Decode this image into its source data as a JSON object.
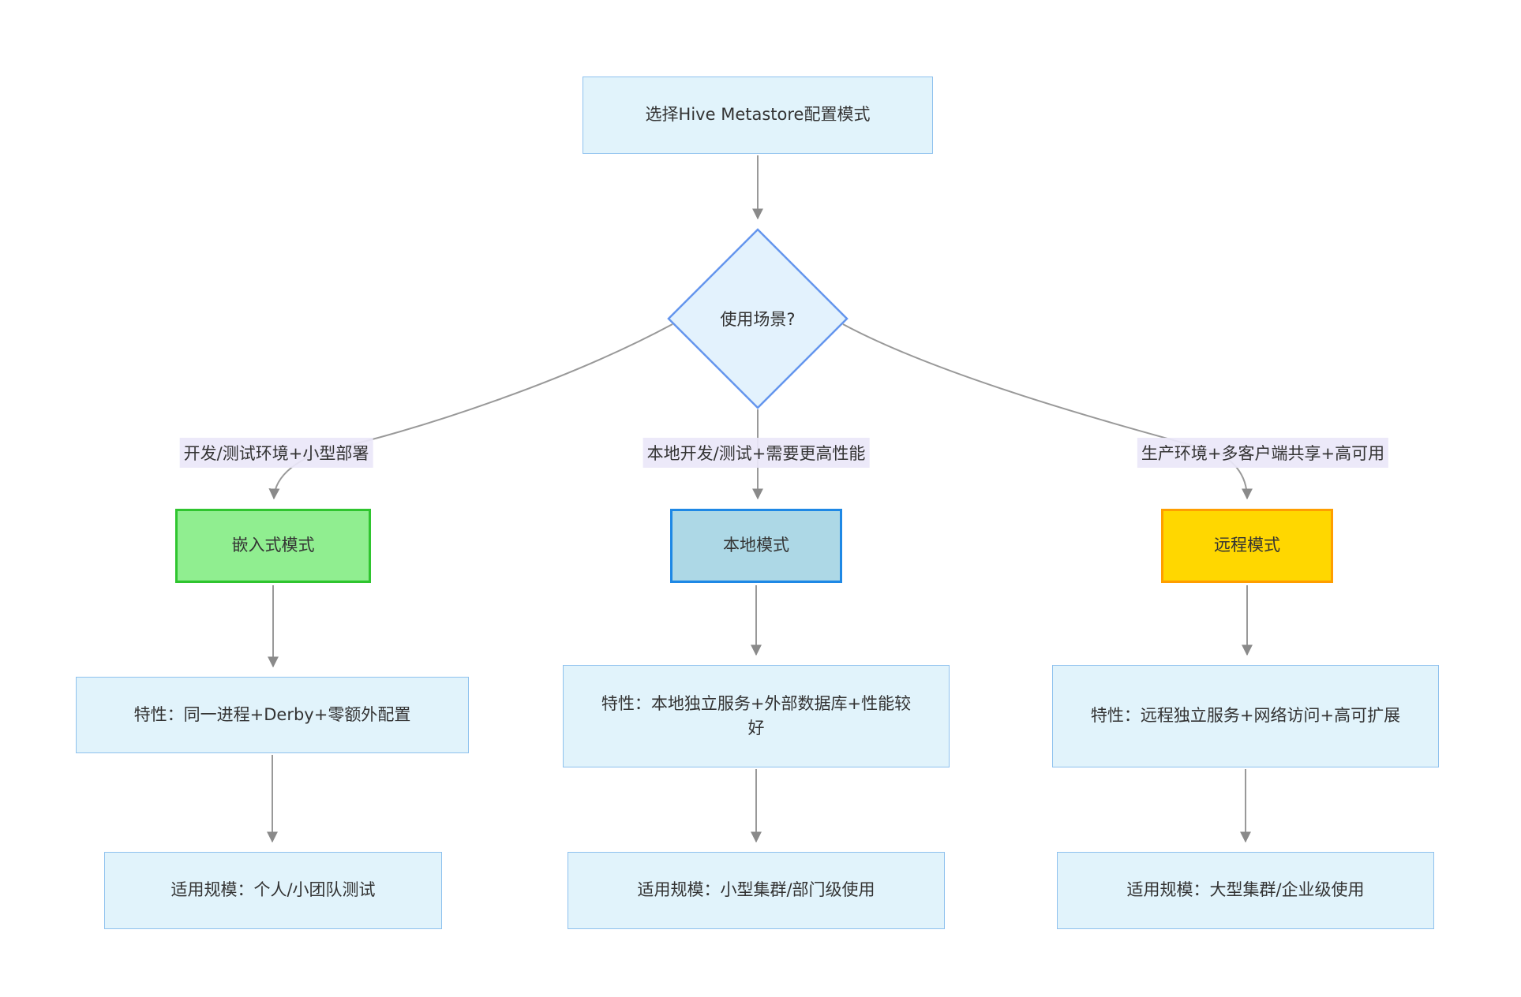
{
  "diagram": {
    "type": "flowchart",
    "direction": "top-down",
    "root_node": {
      "label": "选择Hive Metastore配置模式"
    },
    "decision_node": {
      "label": "使用场景?"
    },
    "branches": [
      {
        "condition_label": "开发/测试环境+小型部署",
        "mode_label": "嵌入式模式",
        "feature_label": "特性：同一进程+Derby+零额外配置",
        "scale_label": "适用规模：个人/小团队测试",
        "mode_fill": "#90ee90",
        "mode_stroke": "#2fc52f"
      },
      {
        "condition_label": "本地开发/测试+需要更高性能",
        "mode_label": "本地模式",
        "feature_label": "特性：本地独立服务+外部数据库+性能较好",
        "scale_label": "适用规模：小型集群/部门级使用",
        "mode_fill": "#add8e6",
        "mode_stroke": "#1e88e5"
      },
      {
        "condition_label": "生产环境+多客户端共享+高可用",
        "mode_label": "远程模式",
        "feature_label": "特性：远程独立服务+网络访问+高可扩展",
        "scale_label": "适用规模：大型集群/企业级使用",
        "mode_fill": "#ffd700",
        "mode_stroke": "#ff9e00"
      }
    ],
    "colors": {
      "info_node_fill": "#e1f3fb",
      "info_node_stroke": "#8ec1ee",
      "decision_fill": "#e3f2fd",
      "decision_stroke": "#6495ed",
      "edge_line": "#999999",
      "arrowhead": "#8a8a8a",
      "condition_label_bg": "#eae7f8",
      "text": "#333333"
    }
  }
}
